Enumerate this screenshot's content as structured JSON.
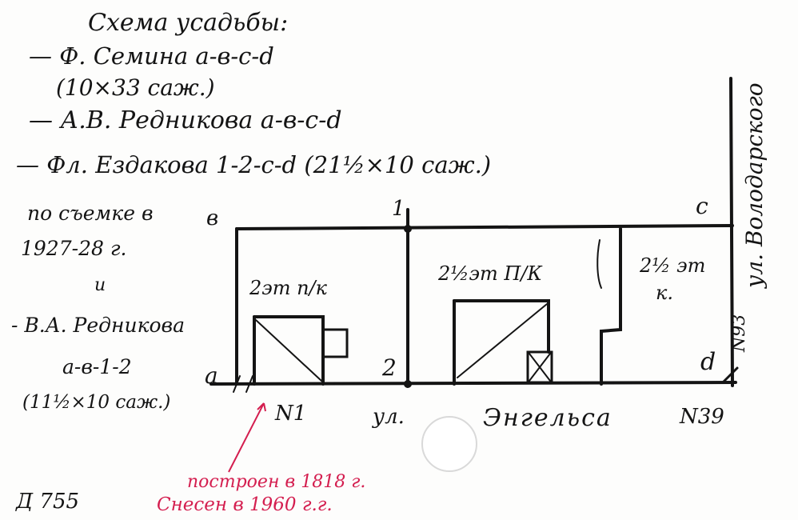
{
  "header": {
    "title": "Схема усадьбы:",
    "line1": "— Ф. Семина  a-в-c-d",
    "line1_dims": "(10×33 саж.)",
    "line2": "— А.В. Редникова a-в-c-d",
    "line3": "— Фл. Ездакова  1-2-c-d (21½×10 саж.)"
  },
  "left_notes": {
    "survey": "по съемке в",
    "survey_year": "1927-28 г.",
    "and": "и",
    "owner": "- В.А. Редникова",
    "owner_points": "a-в-1-2",
    "owner_dims": "(11½×10 саж.)"
  },
  "plan": {
    "point_a": "a",
    "point_b": "в",
    "point_c": "c",
    "point_d": "d",
    "point_1": "1",
    "point_2": "2",
    "building_left": "2эт п/к",
    "building_middle": "2½эт П/К",
    "building_right_1": "2½ эт",
    "building_right_2": "к."
  },
  "street": {
    "house_number": "N1",
    "street_abbr": "ул.",
    "street_name": "Энгельса",
    "corner_number": "N39",
    "side_street": "ул. Володарского",
    "side_number": "N93"
  },
  "annotation": {
    "built": "построен в 1818 г.",
    "demolished": "Снесен в 1960 г.г."
  },
  "card_id": "Д 755",
  "colors": {
    "ink": "#141414",
    "red_ink": "#d41e4f",
    "paper": "#fdfdfc"
  }
}
